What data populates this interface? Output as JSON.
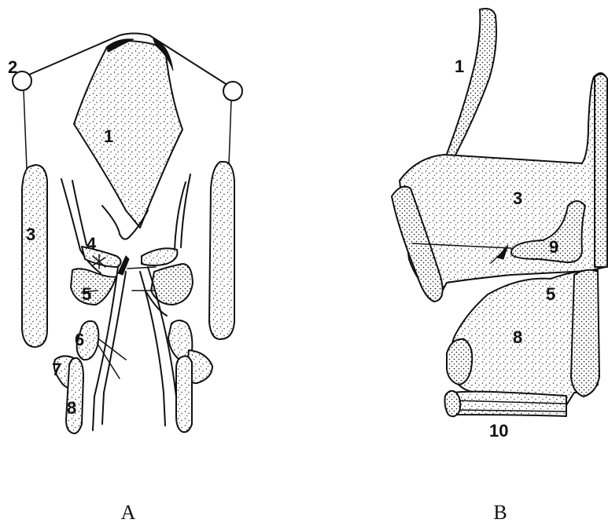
{
  "panels": {
    "a": {
      "caption": "A",
      "labels": [
        "1",
        "2",
        "3",
        "4",
        "5",
        "6",
        "7",
        "8"
      ]
    },
    "b": {
      "caption": "B",
      "labels": [
        "1",
        "3",
        "5",
        "8",
        "9",
        "10"
      ]
    }
  }
}
